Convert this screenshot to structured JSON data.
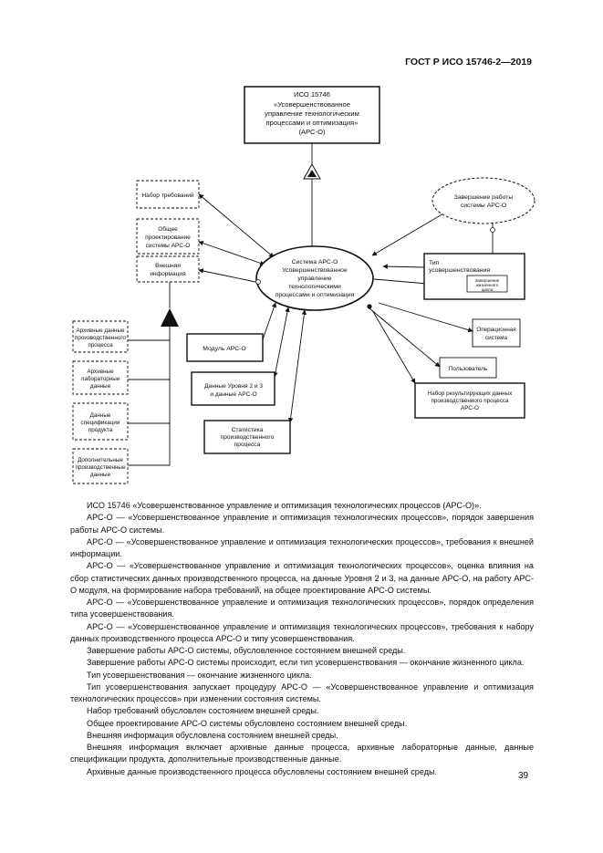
{
  "header": {
    "doc_id": "ГОСТ Р ИСО 15746-2—2019"
  },
  "diagram": {
    "top_box": [
      "ИСО 15746",
      "«Усовершенствованное",
      "управление технологическим",
      "процессами и оптимизация»",
      "(АРС-О)"
    ],
    "center": [
      "Система АРС-О",
      "Усовершенствованное",
      "управление",
      "технологическими",
      "процессами и оптимизация"
    ],
    "completion": [
      "Завершение работы",
      "системы АРС-О"
    ],
    "improvement_type": [
      "Тип",
      "усовершенствования"
    ],
    "end_of_life": [
      "Завершение",
      "жизненного",
      "цикла"
    ],
    "requirements_set": [
      "Набор требований"
    ],
    "general_design": [
      "Общее",
      "проектирование",
      "системы АРС-О"
    ],
    "external_info": [
      "Внешняя",
      "информация"
    ],
    "archive_process": [
      "Архивные данные",
      "производственного",
      "процесса"
    ],
    "archive_lab": [
      "Архивные",
      "лабораторные",
      "данные"
    ],
    "product_spec": [
      "Данные",
      "спецификации",
      "продукта"
    ],
    "additional_data": [
      "Дополнительные",
      "производственные",
      "данные"
    ],
    "module": [
      "Модуль АРС-О"
    ],
    "level_data": [
      "Данные Уровня 2 и 3",
      "и данные АРС-О"
    ],
    "statistics": [
      "Статистика",
      "производственного",
      "процесса"
    ],
    "operational_system": [
      "Операционная",
      "система"
    ],
    "user": [
      "Пользователь"
    ],
    "process_data_set": [
      "Набор результирующих данных",
      "производственного процесса",
      "АРС-О"
    ]
  },
  "paragraphs": [
    "ИСО 15746 «Усовершенствованное управление и оптимизация технологических процессов (АРС-О)».",
    "АРС-О — «Усовершенствованное управление и оптимизация технологических процессов», порядок завершения работы АРС-О системы.",
    "АРС-О — «Усовершенствованное управление и оптимизация технологических процессов», требования к внешней информации.",
    "АРС-О — «Усовершенствованное управление и оптимизация технологических процессов», оценка влияния на сбор статистических данных производственного процесса, на данные Уровня 2 и 3, на данные АРС-О, на работу АРС-О модуля, на формирование набора требований, на общее проектирование АРС-О системы.",
    "АРС-О — «Усовершенствованное управление и оптимизация технологических процессов», порядок определения типа усовершенствования.",
    "АРС-О — «Усовершенствованное управление и оптимизация технологических процессов», требования к набору данных производственного процесса АРС-О и типу усовершенствования.",
    "Завершение работы АРС-О системы, обусловленное состоянием внешней среды.",
    "Завершение работы АРС-О системы происходит, если тип усовершенствования — окончание жизненного цикла.",
    "Тип усовершенствования — окончание жизненного цикла.",
    "Тип усовершенствования запускает процедуру АРС-О — «Усовершенствованное управление и оптимизация технологических процессов» при изменении состояния системы.",
    "Набор требований обусловлен состоянием внешней среды.",
    "Общее проектирование АРС-О системы обусловлено состоянием внешней среды.",
    "Внешняя информация обусловлена состоянием внешней среды.",
    "Внешняя информация включает архивные данные процесса, архивные лабораторные данные, данные спецификации продукта, дополнительные производственные данные.",
    "Архивные данные производственного процесса обусловлены состоянием внешней среды."
  ],
  "page_number": "39",
  "colors": {
    "ink": "#111111",
    "background": "#ffffff"
  }
}
